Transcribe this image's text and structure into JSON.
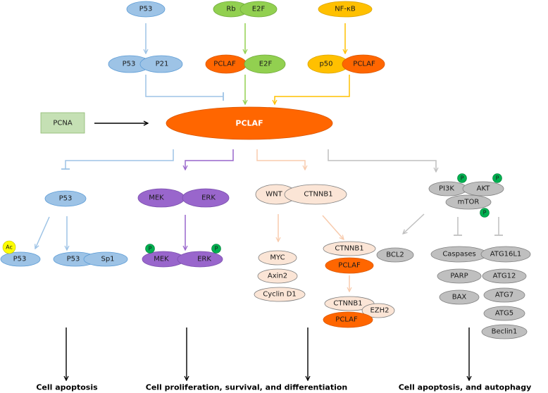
{
  "nodes": {
    "p53_top": "P53",
    "rb": "Rb",
    "e2f_top": "E2F",
    "nfkb": "NF-κB",
    "p53_mid": "P53",
    "p21": "P21",
    "pclaf_e2f": "PCLAF",
    "e2f_mid": "E2F",
    "p50": "p50",
    "pclaf_p50": "PCLAF",
    "pcna": "PCNA",
    "pclaf_center": "PCLAF",
    "p53_branch": "P53",
    "mek1": "MEK",
    "erk1": "ERK",
    "wnt": "WNT",
    "ctnnb1_a": "CTNNB1",
    "pi3k": "PI3K",
    "akt": "AKT",
    "mtor": "mTOR",
    "ac": "Ac",
    "p53_ac": "P53",
    "p53_sp1": "P53",
    "sp1": "Sp1",
    "mek2": "MEK",
    "erk2": "ERK",
    "myc": "MYC",
    "axin2": "Axin2",
    "cyclind1": "Cyclin D1",
    "ctnnb1_b": "CTNNB1",
    "pclaf_b": "PCLAF",
    "ctnnb1_c": "CTNNB1",
    "ezh2": "EZH2",
    "pclaf_c": "PCLAF",
    "bcl2": "BCL2",
    "caspases": "Caspases",
    "parp": "PARP",
    "bax": "BAX",
    "atg16l1": "ATG16L1",
    "atg12": "ATG12",
    "atg7": "ATG7",
    "atg5": "ATG5",
    "beclin1": "Beclin1",
    "phospho": "P"
  },
  "outcomes": {
    "apoptosis": "Cell apoptosis",
    "proliferation": "Cell proliferation, survival, and differentiation",
    "apoptosis_autophagy": "Cell apoptosis, and autophagy"
  },
  "colors": {
    "blue": "#9DC3E6",
    "blue_line": "#9DC3E6",
    "green": "#92D050",
    "orange": "#FFC000",
    "pclaf": "#FF6600",
    "purple": "#9966CC",
    "peach": "#FBE5D6",
    "peach_line": "#F8CBAD",
    "gray": "#BFBFBF",
    "gray_line": "#BFBFBF",
    "pcna": "#C5E0B4",
    "phospho": "#00B050",
    "acetyl": "#FFFF00"
  }
}
